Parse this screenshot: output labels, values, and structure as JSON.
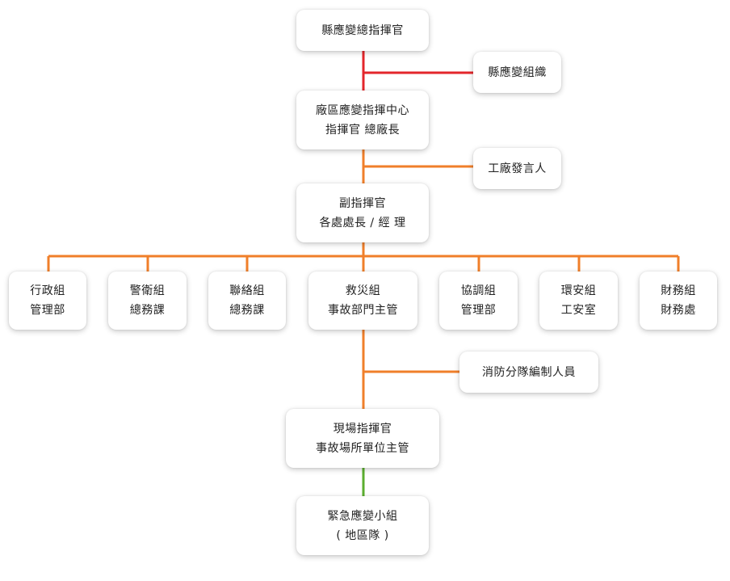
{
  "colors": {
    "red_line": "#e3262b",
    "orange_line": "#f07f2a",
    "green_line": "#5bae2f"
  },
  "nodes": {
    "county_commander": {
      "line1": "縣應變總指揮官"
    },
    "county_org": {
      "line1": "縣應變組織"
    },
    "plant_center": {
      "line1": "廠區應變指揮中心",
      "line2": "指揮官 總廠長"
    },
    "spokesperson": {
      "line1": "工廠發言人"
    },
    "deputy": {
      "line1": "副指揮官",
      "line2": "各處處長 / 經 理"
    },
    "groups": [
      {
        "line1": "行政組",
        "line2": "管理部"
      },
      {
        "line1": "警衛組",
        "line2": "總務課"
      },
      {
        "line1": "聯絡組",
        "line2": "總務課"
      },
      {
        "line1": "救災組",
        "line2": "事故部門主管"
      },
      {
        "line1": "協調組",
        "line2": "管理部"
      },
      {
        "line1": "環安組",
        "line2": "工安室"
      },
      {
        "line1": "財務組",
        "line2": "財務處"
      }
    ],
    "fire_staff": {
      "line1": "消防分隊編制人員"
    },
    "site_commander": {
      "line1": "現場指揮官",
      "line2": "事故場所單位主管"
    },
    "emergency_team": {
      "line1": "緊急應變小組",
      "line2": "( 地區隊 )"
    }
  }
}
